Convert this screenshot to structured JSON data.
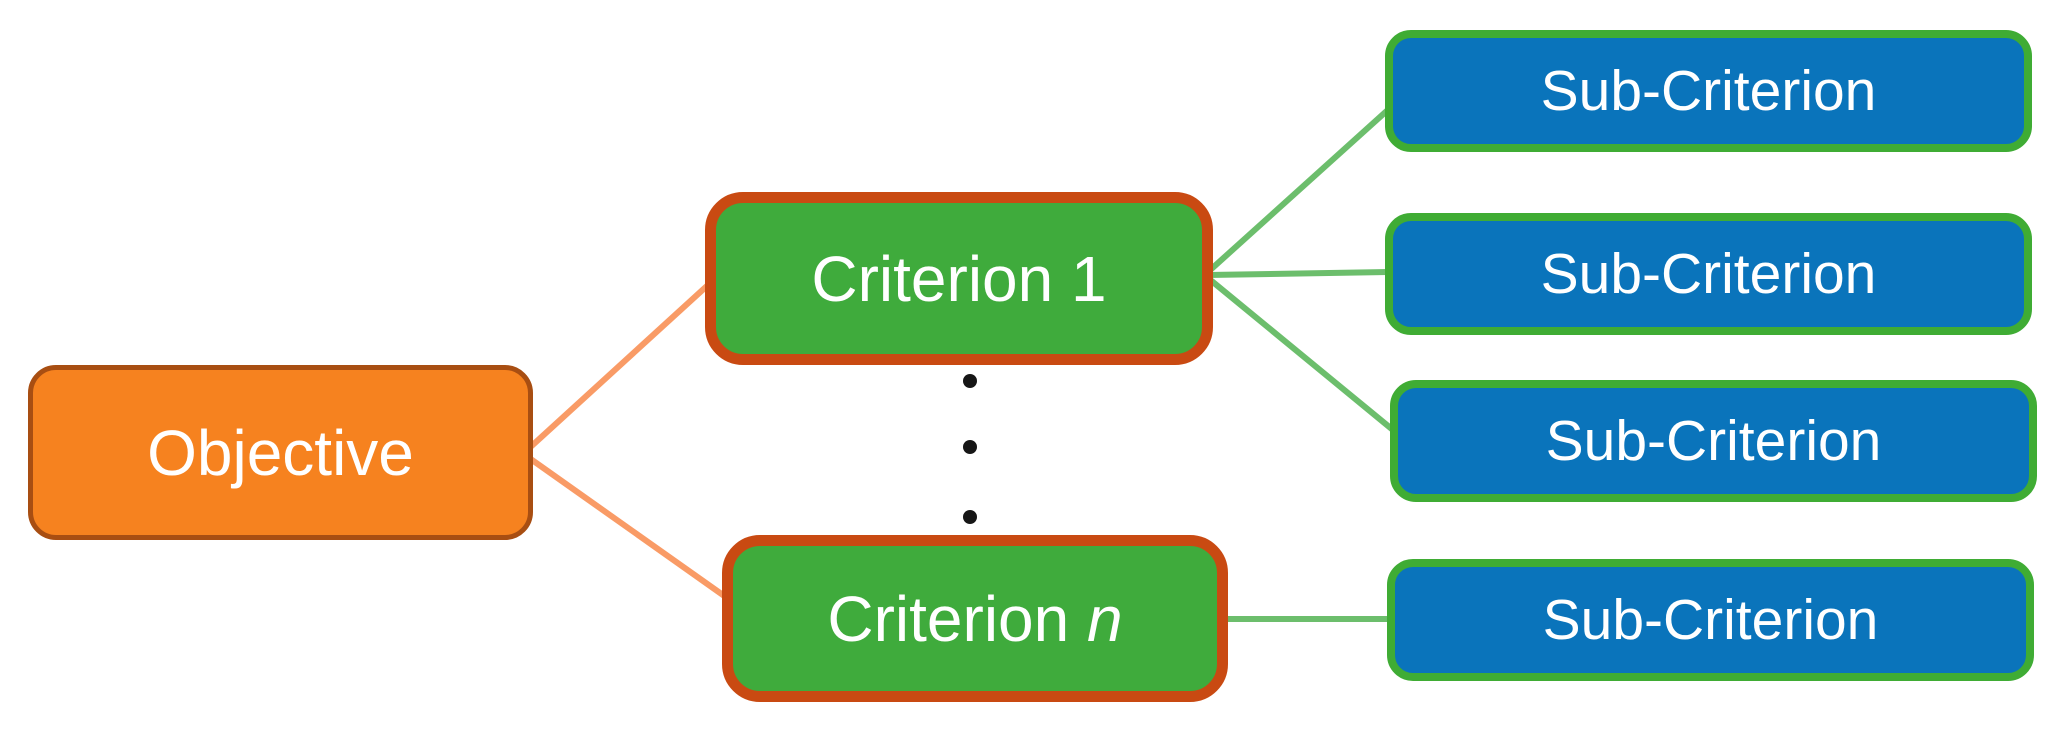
{
  "diagram": {
    "title": "AHP criteria hierarchy diagram",
    "type": "tree",
    "levels": [
      "Objective",
      "Criteria",
      "Sub-Criteria"
    ],
    "ellipsis_dots": 3,
    "nodes": {
      "objective": {
        "label": "Objective"
      },
      "criterion_1": {
        "label": "Criterion 1"
      },
      "criterion_n": {
        "label_prefix": "Criterion",
        "label_suffix": "n"
      },
      "sub_criterion_1": {
        "label": "Sub-Criterion"
      },
      "sub_criterion_2": {
        "label": "Sub-Criterion"
      },
      "sub_criterion_3": {
        "label": "Sub-Criterion"
      },
      "sub_criterion_4": {
        "label": "Sub-Criterion"
      }
    },
    "edges": [
      {
        "from": "objective",
        "to": "criterion_1",
        "color_key": "line-orange"
      },
      {
        "from": "objective",
        "to": "criterion_n",
        "color_key": "line-orange"
      },
      {
        "from": "criterion_1",
        "to": "sub_criterion_1",
        "color_key": "line-green"
      },
      {
        "from": "criterion_1",
        "to": "sub_criterion_2",
        "color_key": "line-green"
      },
      {
        "from": "criterion_1",
        "to": "sub_criterion_3",
        "color_key": "line-green"
      },
      {
        "from": "criterion_n",
        "to": "sub_criterion_4",
        "color_key": "line-green"
      }
    ]
  },
  "colors": {
    "orange-fill": "#F6821F",
    "orange-border": "#A84E12",
    "green-fill": "#3FAB3C",
    "red-orange-border": "#C94A12",
    "blue-fill": "#0A74BB",
    "sub-border": "#3FAC34",
    "line-orange": "#F99B66",
    "line-green": "#6CBE6C",
    "dot-color": "#161616",
    "text-color": "#FFFFFF"
  }
}
